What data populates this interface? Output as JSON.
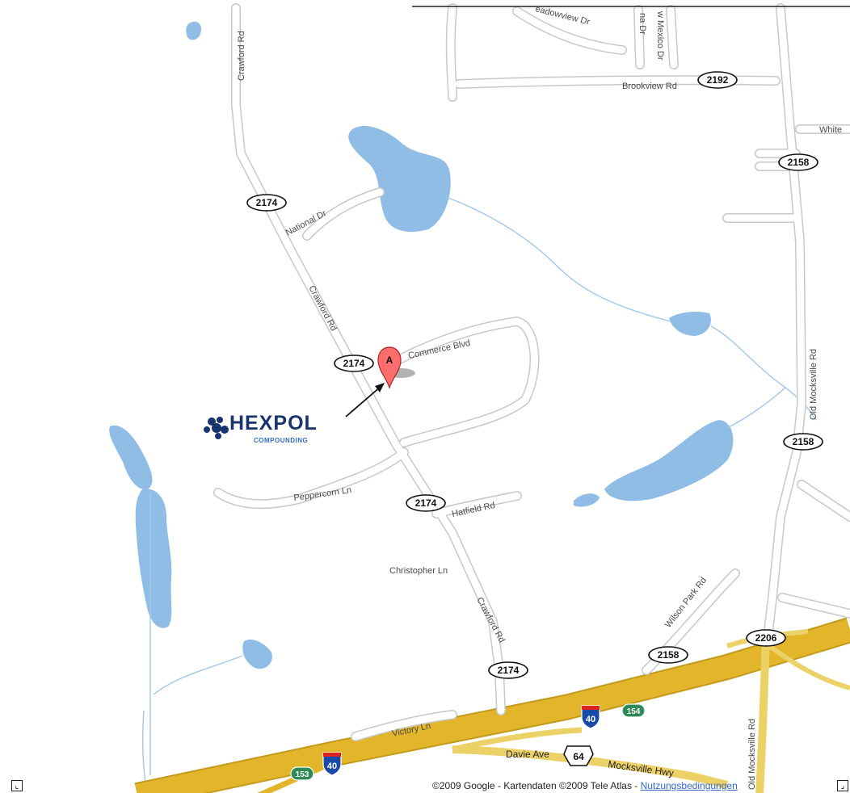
{
  "roads": {
    "crawford_rd_1": "Crawford Rd",
    "crawford_rd_2": "Crawford Rd",
    "crawford_rd_3": "Crawford Rd",
    "national_dr": "National Dr",
    "commerce_blvd": "Commerce Blvd",
    "peppercorn_ln": "Peppercorn Ln",
    "hatfield_rd": "Hatfield Rd",
    "christopher_ln": "Christopher Ln",
    "brookview_rd": "Brookview Rd",
    "meadowview_dr": "eadowview Dr",
    "new_mexico_dr": "w Mexico Dr",
    "ona_dr": "na Dr",
    "white": "White",
    "old_mocksville_rd": "Old Mocksville Rd",
    "old_mocksville_rd_2": "Old Mocksville Rd",
    "wilson_park_rd": "Wilson Park Rd",
    "victory_ln": "Victory Ln",
    "davie_ave": "Davie Ave",
    "mocksville_hwy": "Mocksville Hwy"
  },
  "shields": {
    "s2174_a": "2174",
    "s2174_b": "2174",
    "s2174_c": "2174",
    "s2174_d": "2174",
    "s2192": "2192",
    "s2158_a": "2158",
    "s2158_b": "2158",
    "s2158_c": "2158",
    "s2206": "2206",
    "i40_a": "40",
    "i40_b": "40",
    "us64": "64",
    "r154": "154",
    "r153": "153"
  },
  "marker": {
    "label": "A"
  },
  "logo": {
    "name": "HEXPOL",
    "sub": "COMPOUNDING"
  },
  "footer": {
    "copyright": "©2009 Google - Kartendaten ©2009 Tele Atlas - ",
    "terms_link": "Nutzungsbedingungen"
  },
  "colors": {
    "water": "#8fbde6",
    "highway": "#e2b52a",
    "road": "#ffffff",
    "road_outline": "#c8c8c8",
    "marker": "#ff6d6d",
    "logo": "#17346e"
  }
}
